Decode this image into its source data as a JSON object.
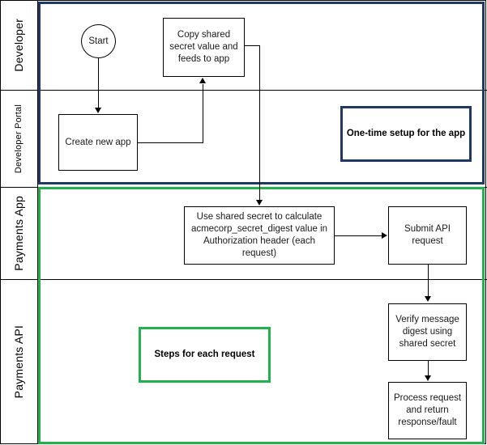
{
  "diagram": {
    "title": "API shared secret authentication swimlane flowchart",
    "type": "swimlane-flowchart",
    "colors": {
      "setup_group_border": "#1f3864",
      "request_group_border": "#21b24b",
      "node_border": "#000000",
      "background": "#ffffff",
      "text": "#000000"
    },
    "lanes": [
      {
        "id": "developer",
        "label": "Developer"
      },
      {
        "id": "developer-portal",
        "label": "Developer Portal"
      },
      {
        "id": "payments-app",
        "label": "Payments App"
      },
      {
        "id": "payments-api",
        "label": "Payments API"
      }
    ],
    "nodes": [
      {
        "id": "start",
        "label": "Start",
        "shape": "circle",
        "lane": "developer"
      },
      {
        "id": "copy-shared-secret",
        "label": "Copy shared secret value and feeds to app",
        "shape": "rectangle",
        "lane": "developer"
      },
      {
        "id": "create-new-app",
        "label": "Create new app",
        "shape": "rectangle",
        "lane": "developer-portal"
      },
      {
        "id": "calculate-digest",
        "label": "Use shared secret to calculate acmecorp_secret_digest value in Authorization header (each request)",
        "shape": "rectangle",
        "lane": "payments-app"
      },
      {
        "id": "submit-api-request",
        "label": "Submit API request",
        "shape": "rectangle",
        "lane": "payments-app"
      },
      {
        "id": "verify-message-digest",
        "label": "Verify message digest using shared secret",
        "shape": "rectangle",
        "lane": "payments-api"
      },
      {
        "id": "process-request",
        "label": "Process request and return response/fault",
        "shape": "rectangle",
        "lane": "payments-api"
      }
    ],
    "annotations": [
      {
        "id": "one-time-setup",
        "label": "One-time setup for the app",
        "border_color": "#1f3864"
      },
      {
        "id": "steps-each-request",
        "label": "Steps for each request",
        "border_color": "#21b24b"
      }
    ],
    "groups": [
      {
        "id": "setup-group",
        "border_color": "#1f3864",
        "lanes": [
          "developer",
          "developer-portal"
        ]
      },
      {
        "id": "request-group",
        "border_color": "#21b24b",
        "lanes": [
          "payments-app",
          "payments-api"
        ]
      }
    ],
    "edges": [
      {
        "from": "start",
        "to": "create-new-app"
      },
      {
        "from": "create-new-app",
        "to": "copy-shared-secret"
      },
      {
        "from": "copy-shared-secret",
        "to": "calculate-digest"
      },
      {
        "from": "calculate-digest",
        "to": "submit-api-request"
      },
      {
        "from": "submit-api-request",
        "to": "verify-message-digest"
      },
      {
        "from": "verify-message-digest",
        "to": "process-request"
      }
    ]
  }
}
